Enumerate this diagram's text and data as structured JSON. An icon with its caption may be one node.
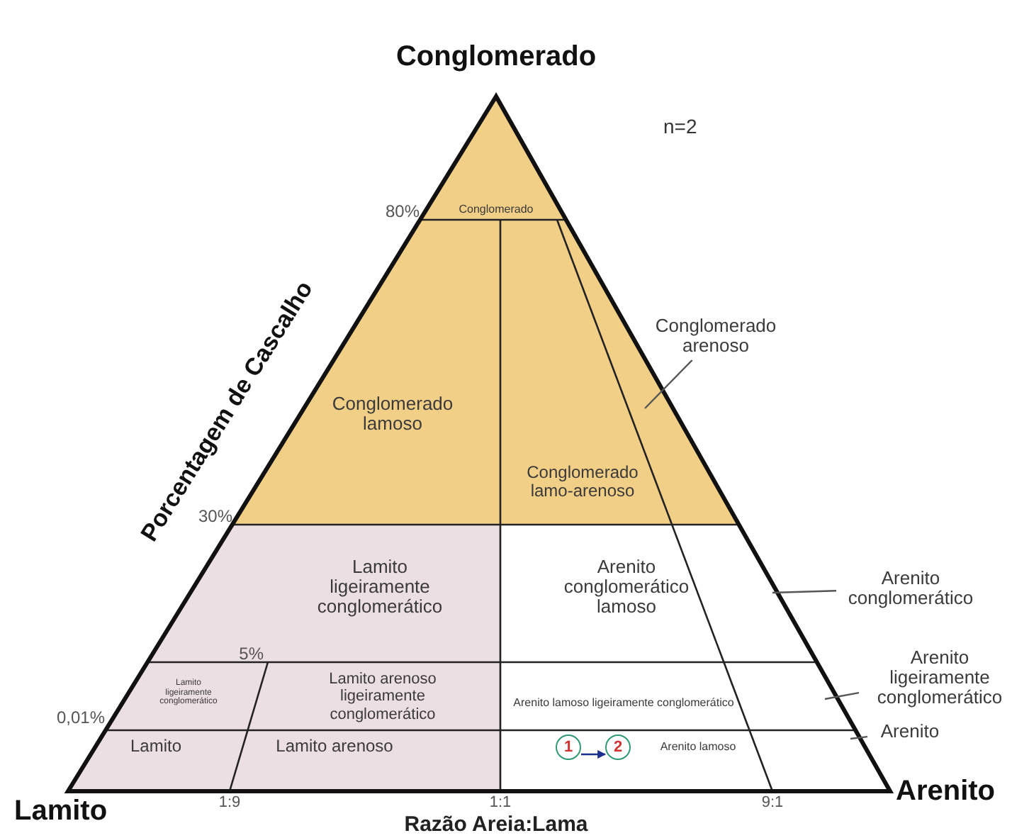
{
  "diagram": {
    "nodes": [
      {
        "text": [
          "Conglomerado"
        ]
      },
      {
        "text": [
          "Conglomerado lamoso"
        ]
      },
      {
        "text": [
          "Conglomerado lamo-arenoso"
        ]
      },
      {
        "text": [
          "Conglomerado arenoso"
        ]
      },
      {
        "text": [
          "Lamito ligeiramente conglomerático"
        ]
      },
      {
        "text": [
          "Arenito conglomerático lamoso"
        ]
      },
      {
        "text": [
          "Arenito conglomerático"
        ]
      },
      {
        "text": [
          "Lamito ligeiramente conglomerático"
        ]
      },
      {
        "text": [
          "Lamito arenoso ligeiramente conglomerático"
        ]
      },
      {
        "text": [
          "Arenito lamoso ligeiramente conglomerático"
        ]
      },
      {
        "text": [
          "Arenito ligeiramente conglomerático"
        ]
      },
      {
        "text": [
          "Lamito"
        ]
      },
      {
        "text": [
          "Lamito arenoso"
        ]
      },
      {
        "text": [
          "1"
        ]
      },
      {
        "text": [
          "2"
        ]
      },
      {
        "text": [
          "Arenito lamoso"
        ]
      },
      {
        "text": [
          "Arenito"
        ]
      }
    ],
    "edges": [
      {
        "from": 3,
        "to": null,
        "arrow": "none"
      },
      {
        "from": 6,
        "to": null,
        "arrow": "none"
      },
      {
        "from": 10,
        "to": null,
        "arrow": "none"
      },
      {
        "from": 16,
        "to": null,
        "arrow": "none"
      },
      {
        "from": 13,
        "to": 14,
        "arrow": "to",
        "color": "#1a2f8a"
      }
    ],
    "labels": [
      "Conglomerado",
      "n=2",
      "Porcentagem de Cascalho",
      "80%",
      "30%",
      "5%",
      "0,01%",
      "Lamito",
      "Arenito",
      "1:9",
      "1:1",
      "9:1",
      "Razão Areia:Lama"
    ]
  }
}
